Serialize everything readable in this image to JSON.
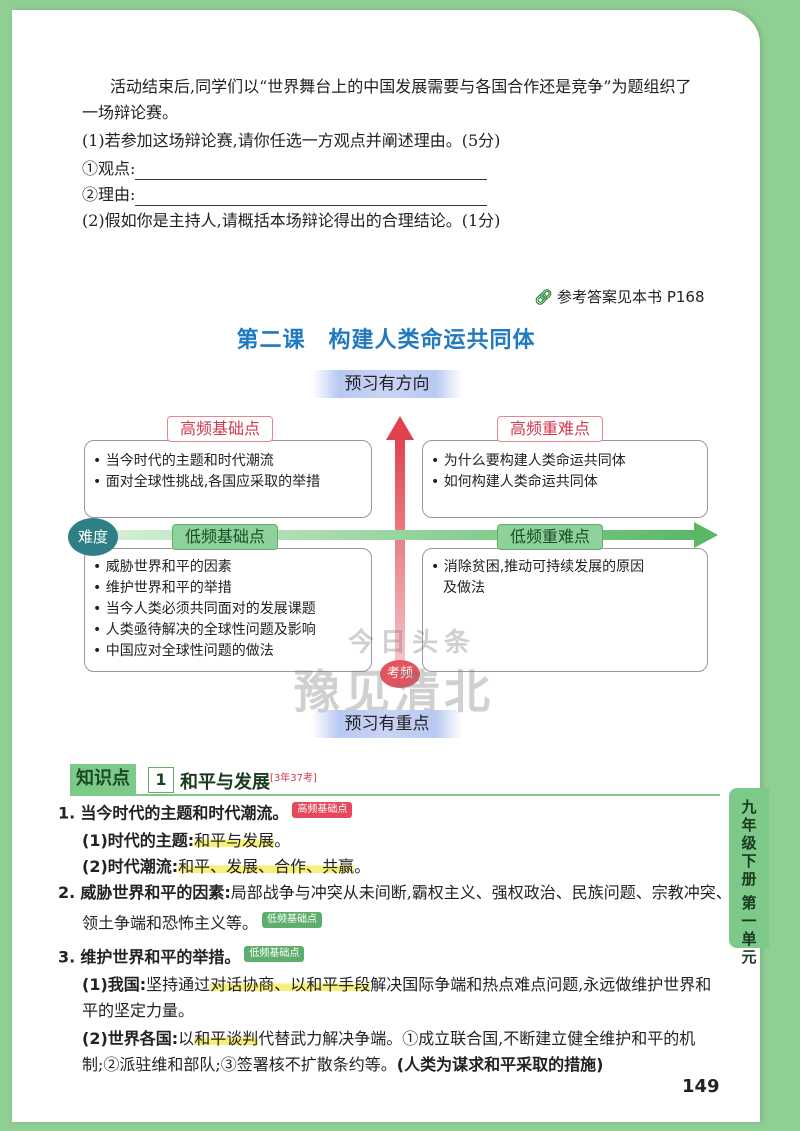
{
  "intro": {
    "line1": "活动结束后,同学们以“世界舞台上的中国发展需要与各国合作还是竞争”为题组织了",
    "line2": "一场辩论赛。",
    "q1": "(1)若参加这场辩论赛,请你任选一方观点并阐述理由。(5分)",
    "view_label": "①观点:",
    "reason_label": "②理由:",
    "q2": "(2)假如你是主持人,请概括本场辩论得出的合理结论。(1分)"
  },
  "answer_ref": "参考答案见本书 P168",
  "lesson_title": "第二课　构建人类命运共同体",
  "preview": {
    "top_ribbon": "预习有方向",
    "bottom_ribbon": "预习有重点",
    "difficulty": "难度",
    "frequency": "考频",
    "q_top_left": {
      "tag": "高频基础点",
      "items": [
        "当今时代的主题和时代潮流",
        "面对全球性挑战,各国应采取的举措"
      ]
    },
    "q_top_right": {
      "tag": "高频重难点",
      "items": [
        "为什么要构建人类命运共同体",
        "如何构建人类命运共同体"
      ]
    },
    "q_bottom_left": {
      "tag": "低频基础点",
      "items": [
        "威胁世界和平的因素",
        "维护世界和平的举措",
        "当今人类必须共同面对的发展课题",
        "人类亟待解决的全球性问题及影响",
        "中国应对全球性问题的做法"
      ]
    },
    "q_bottom_right": {
      "tag": "低频重难点",
      "line1": "消除贫困,推动可持续发展的原因",
      "line2": "及做法"
    }
  },
  "knowledge_point": {
    "label": "知识点",
    "number": "1",
    "title": "和平与发展",
    "meta": "[3年37考]"
  },
  "content": {
    "p1_num": "1.",
    "p1_title": "当今时代的主题和时代潮流。",
    "p1_tag": "高频基础点",
    "p1a_label": "(1)时代的主题:",
    "p1a_value": "和平与发展",
    "p1a_end": "。",
    "p1b_label": "(2)时代潮流:",
    "p1b_value": "和平、发展、合作、共赢",
    "p1b_end": "。",
    "p2_num": "2.",
    "p2_title": "威胁世界和平的因素:",
    "p2_text": "局部战争与冲突从未间断,霸权主义、强权政治、民族问题、宗教冲突、",
    "p2_text2": "领土争端和恐怖主义等。",
    "p2_tag": "低频基础点",
    "p3_num": "3.",
    "p3_title": "维护世界和平的举措。",
    "p3_tag": "低频基础点",
    "p3a_label": "(1)我国:",
    "p3a_pre": "坚持通过",
    "p3a_hl": "对话协商、以和平手段",
    "p3a_post": "解决国际争端和热点难点问题,永远做维护世界和",
    "p3a_line2": "平的坚定力量。",
    "p3b_label": "(2)世界各国:",
    "p3b_pre": "以",
    "p3b_hl": "和平谈判",
    "p3b_post": "代替武力解决争端。①成立联合国,不断建立健全维护和平的机",
    "p3b_line2": "制;②派驻维和部队;③签署核不扩散条约等。",
    "p3b_note": "(人类为谋求和平采取的措施)"
  },
  "side_tab": [
    "九",
    "年",
    "级",
    "下",
    "册",
    "第",
    "一",
    "单",
    "元"
  ],
  "page_number": "149",
  "watermark": {
    "line1": "今日头条",
    "line2": "豫见清北"
  }
}
